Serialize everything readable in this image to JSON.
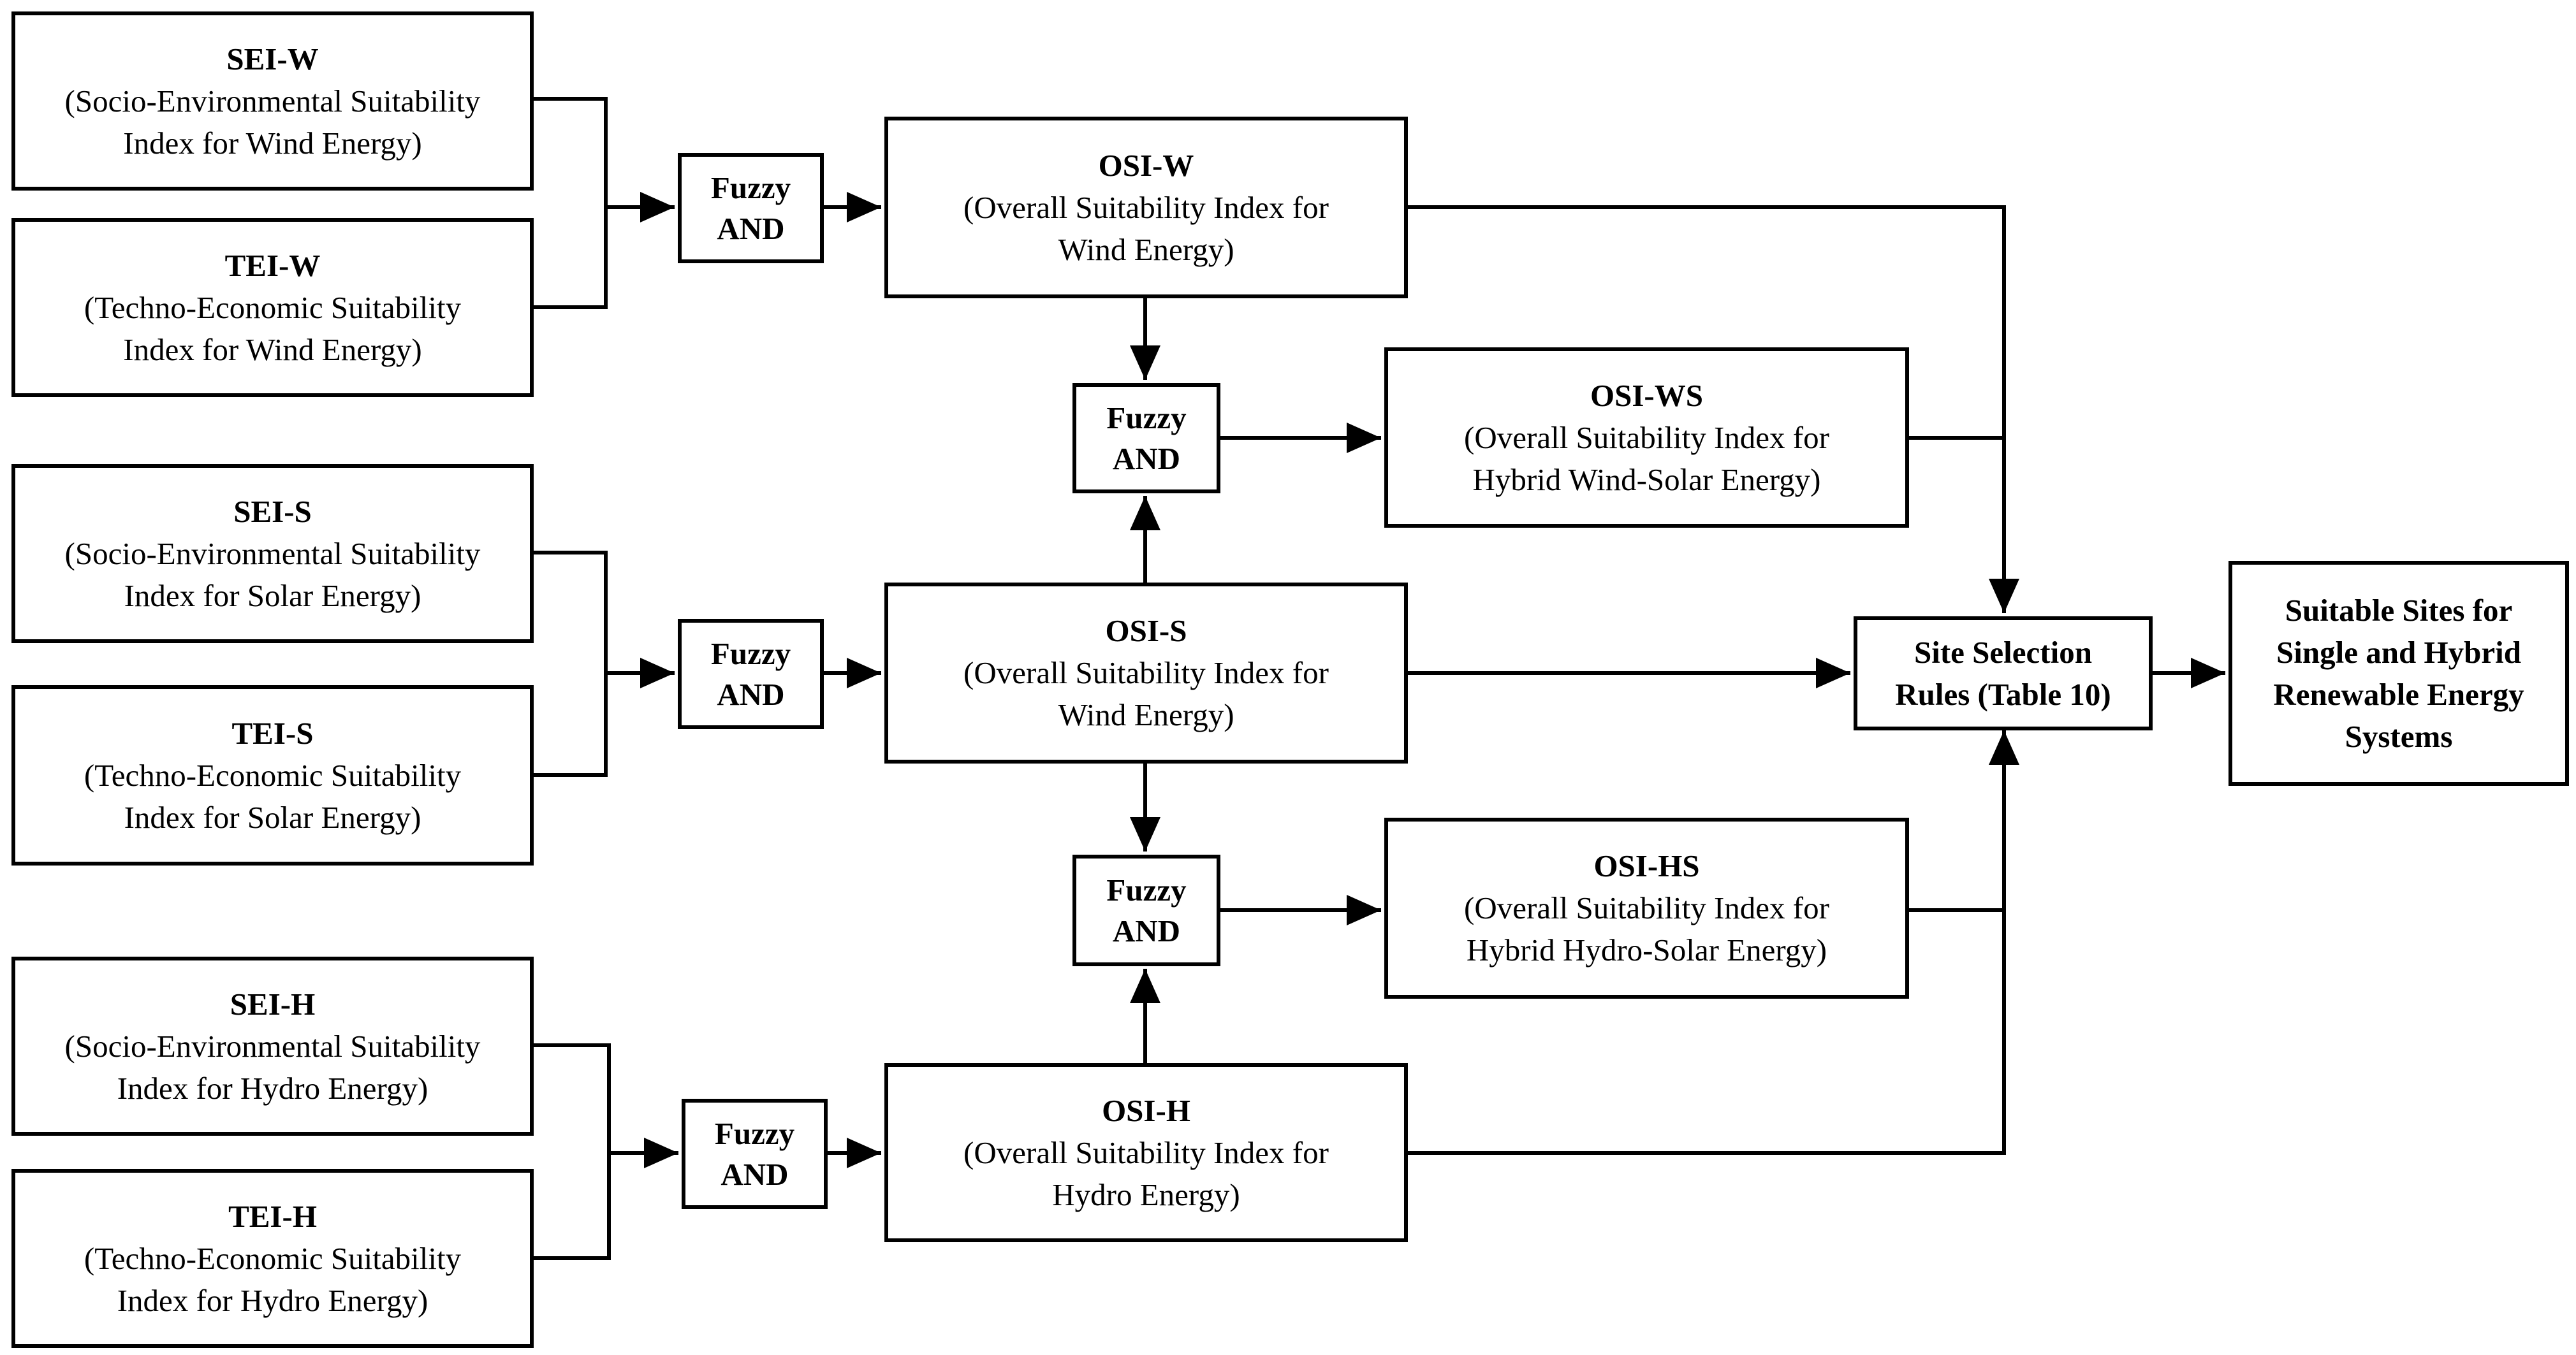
{
  "inputs": {
    "sei_w": {
      "title": "SEI-W",
      "line1": "(Socio-Environmental Suitability",
      "line2": "Index for Wind Energy)"
    },
    "tei_w": {
      "title": "TEI-W",
      "line1": "(Techno-Economic Suitability",
      "line2": "Index for Wind Energy)"
    },
    "sei_s": {
      "title": "SEI-S",
      "line1": "(Socio-Environmental Suitability",
      "line2": "Index for Solar Energy)"
    },
    "tei_s": {
      "title": "TEI-S",
      "line1": "(Techno-Economic Suitability",
      "line2": "Index for Solar Energy)"
    },
    "sei_h": {
      "title": "SEI-H",
      "line1": "(Socio-Environmental Suitability",
      "line2": "Index for Hydro Energy)"
    },
    "tei_h": {
      "title": "TEI-H",
      "line1": "(Techno-Economic Suitability",
      "line2": "Index for Hydro Energy)"
    }
  },
  "fuzzy": {
    "line1": "Fuzzy",
    "line2": "AND"
  },
  "osi": {
    "w": {
      "title": "OSI-W",
      "line1": "(Overall  Suitability  Index for",
      "line2": "Wind Energy)"
    },
    "s": {
      "title": "OSI-S",
      "line1": "(Overall  Suitability  Index for",
      "line2": "Wind Energy)"
    },
    "h": {
      "title": "OSI-H",
      "line1": "(Overall  Suitability  Index for",
      "line2": "Hydro Energy)"
    },
    "ws": {
      "title": "OSI-WS",
      "line1": "(Overall  Suitability  Index for",
      "line2": "Hybrid Wind-Solar Energy)"
    },
    "hs": {
      "title": "OSI-HS",
      "line1": "(Overall  Suitability  Index for",
      "line2": "Hybrid Hydro-Solar Energy)"
    }
  },
  "rules": {
    "line1": "Site Selection",
    "line2": "Rules (Table 10)"
  },
  "output": {
    "line1": "Suitable Sites for",
    "line2": "Single and Hybrid",
    "line3": "Renewable Energy",
    "line4": "Systems"
  }
}
